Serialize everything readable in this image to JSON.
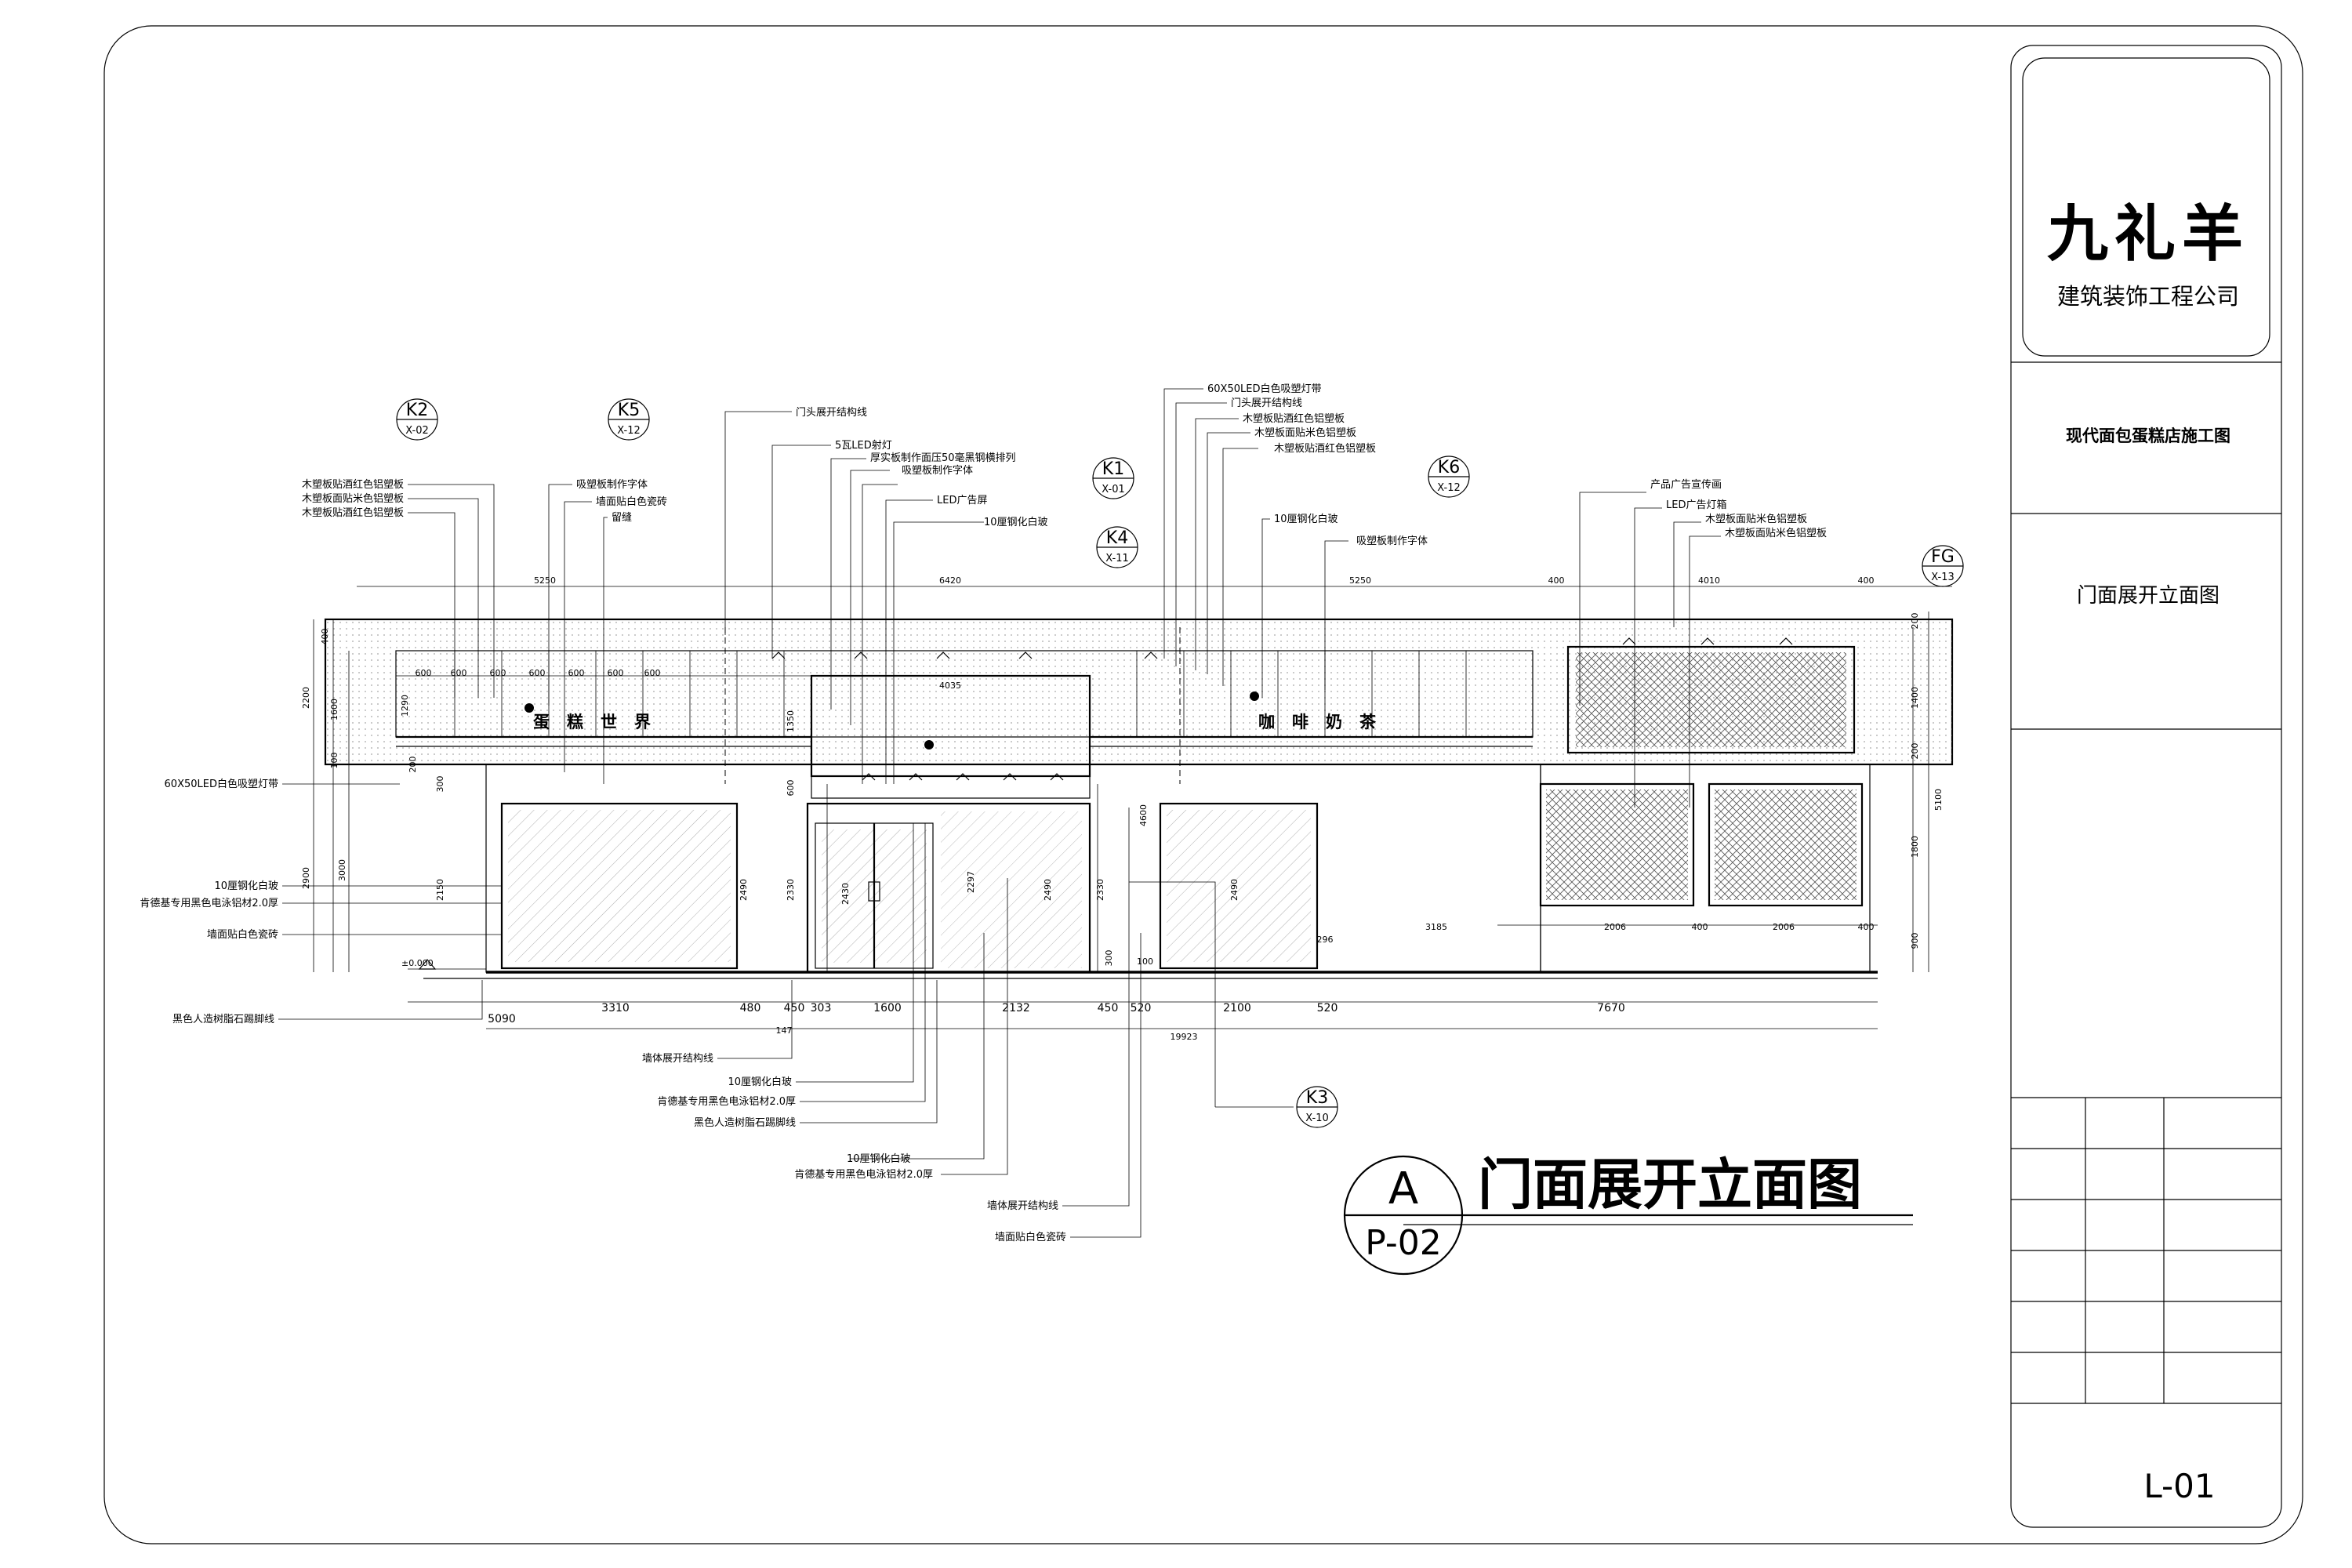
{
  "drawing": {
    "title": "门面展开立面图",
    "view_letter": "A",
    "view_ref": "P-02",
    "level_mark": "±0.000",
    "signage": [
      {
        "id": "cake",
        "text": "蛋糕世界"
      },
      {
        "id": "coffee",
        "text": "咖啡奶茶"
      }
    ],
    "annotations": {
      "wpc_red_1": "木塑板贴酒红色铝塑板",
      "wpc_beige_1": "木塑板面贴米色铝塑板",
      "wpc_red_2": "木塑板贴酒红色铝塑板",
      "acrylic_letters_1": "吸塑板制作字体",
      "wall_tile_1": "墙面贴白色瓷砖",
      "joint": "留缝",
      "door_frame_line": "门头展开结构线",
      "led_spot": "5瓦LED射灯",
      "acrylic_hard": "厚实板制作面压50毫黑钢横排列",
      "acrylic_letters_2": "吸塑板制作字体",
      "led_screen": "LED广告屏",
      "glass_1": "10厘钢化白玻",
      "led_strip_top": "60X50LED白色吸塑灯带",
      "door_frame_line_2": "门头展开结构线",
      "wpc_red_3": "木塑板贴酒红色铝塑板",
      "wpc_beige_2": "木塑板面贴米色铝塑板",
      "wpc_red_4": "木塑板贴酒红色铝塑板",
      "glass_2": "10厘钢化白玻",
      "acrylic_letters_3": "吸塑板制作字体",
      "product_ad": "产品广告宣传画",
      "led_lightbox": "LED广告灯箱",
      "wpc_beige_3": "木塑板面贴米色铝塑板",
      "wpc_beige_4": "木塑板面贴米色铝塑板",
      "led_strip_left": "60X50LED白色吸塑灯带",
      "glass_3": "10厘钢化白玻",
      "alu_left": "肯德基专用黑色电泳铝材2.0厚",
      "wall_tile_2": "墙面贴白色瓷砖",
      "skirting_left": "黑色人造树脂石踢脚线",
      "bottom_frame": "墙体展开结构线",
      "bottom_glass": "10厘钢化白玻",
      "bottom_alu": "肯德基专用黑色电泳铝材2.0厚",
      "bottom_skirting": "黑色人造树脂石踢脚线",
      "bottom_glass_2": "10厘钢化白玻",
      "bottom_alu_2": "肯德基专用黑色电泳铝材2.0厚",
      "bottom_frame_2": "墙体展开结构线",
      "bottom_tile": "墙面贴白色瓷砖"
    },
    "tags": {
      "k2": {
        "code": "K2",
        "sheet": "X-02"
      },
      "k5": {
        "code": "K5",
        "sheet": "X-12"
      },
      "k1": {
        "code": "K1",
        "sheet": "X-01"
      },
      "k4": {
        "code": "K4",
        "sheet": "X-11"
      },
      "k6": {
        "code": "K6",
        "sheet": "X-12"
      },
      "fg": {
        "code": "FG",
        "sheet": "X-13"
      },
      "k3": {
        "code": "K3",
        "sheet": "X-10"
      }
    },
    "dims": {
      "top_left": "5250",
      "top_mid": "6420",
      "top_right": "5250",
      "top_r400a": "400",
      "top_r4010": "4010",
      "top_r400b": "400",
      "s600_1": "600",
      "s600_2": "600",
      "s600_3": "600",
      "s600_4": "600",
      "s600_5": "600",
      "s600_6": "600",
      "s600_7": "600",
      "led_w": "4035",
      "v2200": "2200",
      "v400": "400",
      "v1600": "1600",
      "v100": "100",
      "v1290": "1290",
      "v200": "200",
      "v300a": "300",
      "v2900": "2900",
      "v3000": "3000",
      "v2150": "2150",
      "v2490a": "2490",
      "v2330": "2330",
      "v2430": "2430",
      "v2297": "2297",
      "v2490b": "2490",
      "v2330b": "2330",
      "v2490c": "2490",
      "v1350": "1350",
      "v4600": "4600",
      "v600": "600",
      "v300b": "300",
      "v100b": "100",
      "r200a": "200",
      "r1400": "1400",
      "r200b": "200",
      "r5100": "5100",
      "r1800": "1800",
      "r900": "900",
      "b3310": "3310",
      "b480": "480",
      "b450a": "450",
      "b303": "303",
      "b1600": "1600",
      "b2132": "2132",
      "b450b": "450",
      "b520a": "520",
      "b2100": "2100",
      "b520b": "520",
      "b7670": "7670",
      "b5090": "5090",
      "b147": "147",
      "b19923": "19923",
      "rb3185": "3185",
      "rb2006a": "2006",
      "rb400a": "400",
      "rb2006b": "2006",
      "rb400b": "400",
      "rb296": "296"
    }
  },
  "titleblock": {
    "logo": "九礼羊",
    "company": "建筑装饰工程公司",
    "project": "现代面包蛋糕店施工图",
    "drawing_name": "门面展开立面图",
    "sheet_no": "L-01"
  }
}
